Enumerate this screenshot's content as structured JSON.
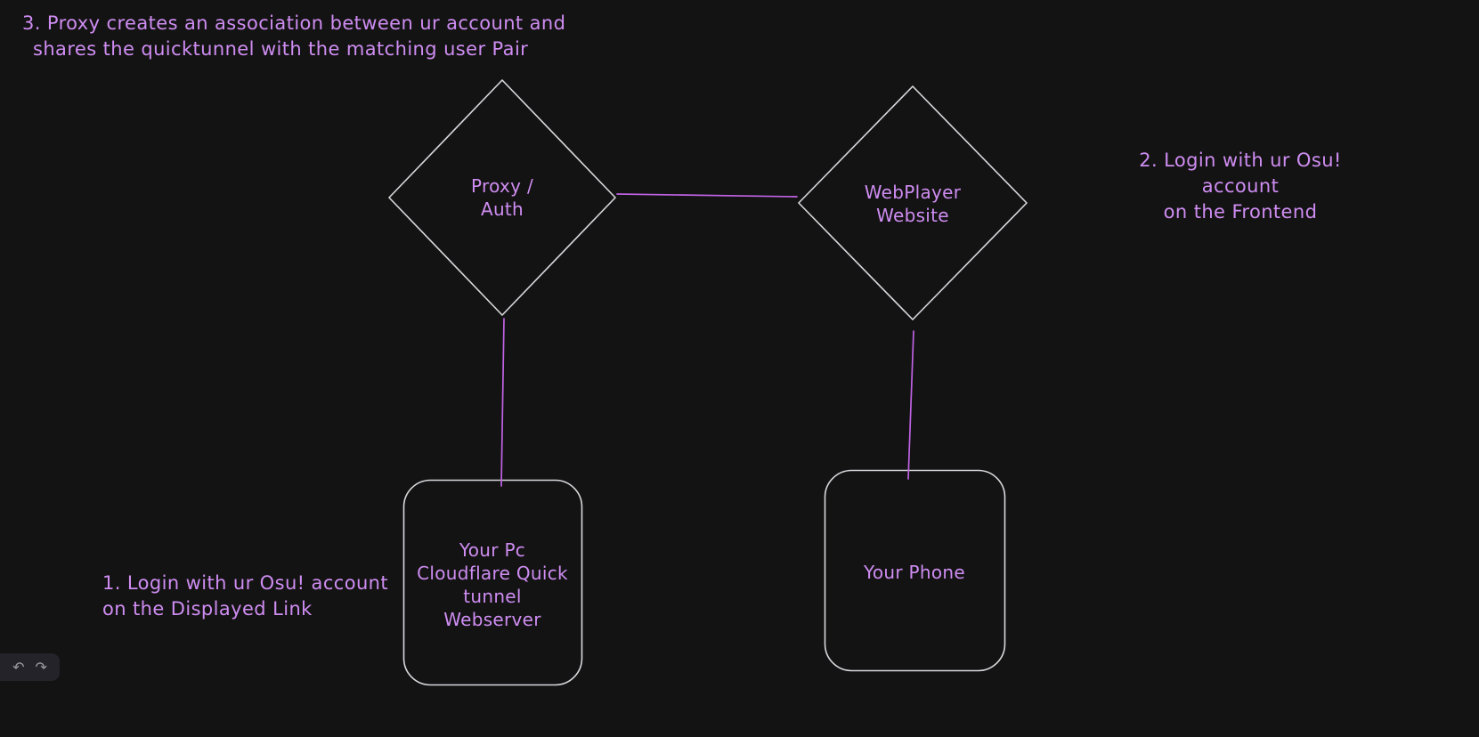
{
  "canvas": {
    "background_color": "#131313",
    "shape_stroke_color": "#d9d9de",
    "accent_color": "#cf8df2",
    "connector_color": "#bf62e3"
  },
  "annotations": {
    "step3": {
      "line1": "3. Proxy creates an association between ur account and",
      "line2": "shares the quicktunnel with the matching user Pair"
    },
    "step2": {
      "line1": "2. Login with ur Osu! account",
      "line2": "on the Frontend"
    },
    "step1": {
      "line1": "1. Login with ur Osu! account",
      "line2": "on the Displayed Link"
    }
  },
  "nodes": {
    "proxy_auth": {
      "line1": "Proxy /",
      "line2": "Auth"
    },
    "webplayer": {
      "line1": "WebPlayer",
      "line2": "Website"
    },
    "pc": {
      "line1": "Your Pc",
      "line2": "Cloudflare Quick",
      "line3": "tunnel",
      "line4": "Webserver"
    },
    "phone": {
      "line1": "Your Phone"
    }
  },
  "toolbar": {
    "undo_icon": "↶",
    "redo_icon": "↷"
  }
}
